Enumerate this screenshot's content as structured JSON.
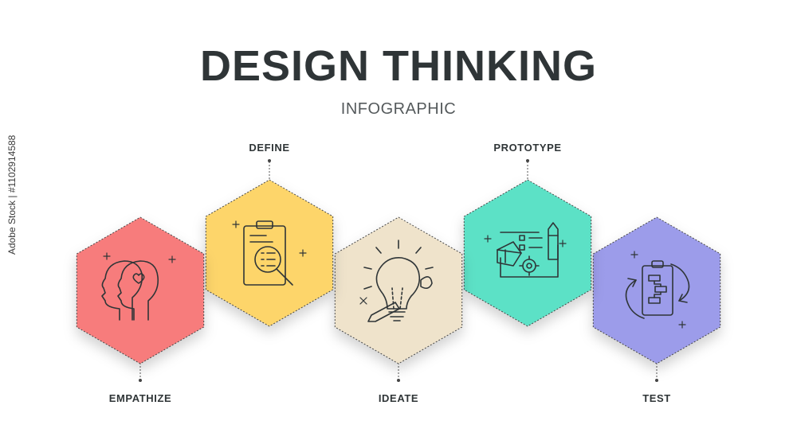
{
  "header": {
    "title": "DESIGN THINKING",
    "subtitle": "INFOGRAPHIC"
  },
  "steps": [
    {
      "label": "EMPATHIZE",
      "color": "#f77c7c",
      "icon": "head-heart-icon"
    },
    {
      "label": "DEFINE",
      "color": "#fdd56a",
      "icon": "clipboard-magnifier-icon"
    },
    {
      "label": "IDEATE",
      "color": "#efe3cb",
      "icon": "lightbulb-pencil-icon"
    },
    {
      "label": "PROTOTYPE",
      "color": "#5ce1c6",
      "icon": "blueprint-pencil-gear-icon"
    },
    {
      "label": "TEST",
      "color": "#9c9cea",
      "icon": "clipboard-cycle-icon"
    }
  ],
  "watermark": "Adobe Stock | #1102914588"
}
